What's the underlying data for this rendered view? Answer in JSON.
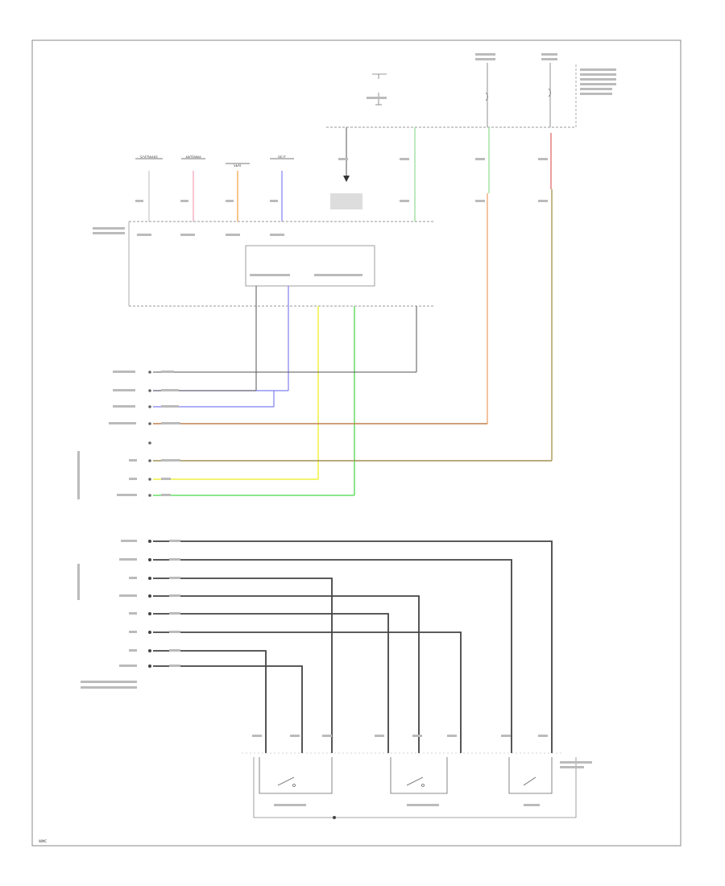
{
  "diagram": {
    "footer_code": "WMC",
    "sensor_labels": [
      "SOFTWARE",
      "ANTENNA",
      "SEAT",
      "BELT"
    ],
    "wire_colors": {
      "black": "#222222",
      "pink": "#f4a0b8",
      "orange": "#f5a040",
      "blue": "#8080f0",
      "green": "#66dd66",
      "red": "#e04040",
      "salmon": "#f0a070",
      "olive": "#b0a060",
      "yellow": "#f0f040",
      "gray": "#444444"
    }
  }
}
